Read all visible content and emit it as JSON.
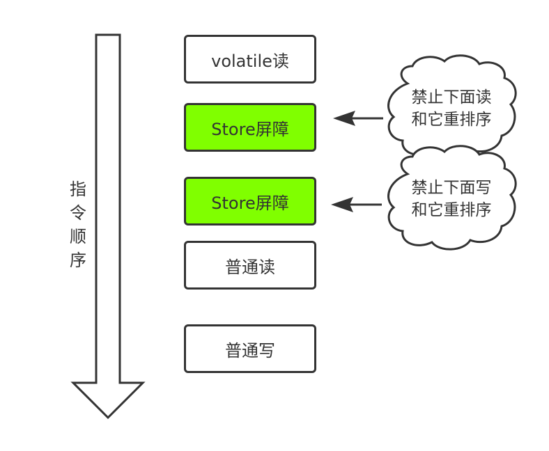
{
  "axis": {
    "chars": [
      "指",
      "令",
      "顺",
      "序"
    ]
  },
  "boxes": [
    {
      "label": "volatile读",
      "color": "#ffffff"
    },
    {
      "label": "Store屏障",
      "color": "#80FF00"
    },
    {
      "label": "Store屏障",
      "color": "#80FF00"
    },
    {
      "label": "普通读",
      "color": "#ffffff"
    },
    {
      "label": "普通写",
      "color": "#ffffff"
    }
  ],
  "notes": [
    {
      "line1": "禁止下面读",
      "line2": "和它重排序"
    },
    {
      "line1": "禁止下面写",
      "line2": "和它重排序"
    }
  ],
  "colors": {
    "barrier": "#80FF00",
    "stroke": "#333333"
  }
}
